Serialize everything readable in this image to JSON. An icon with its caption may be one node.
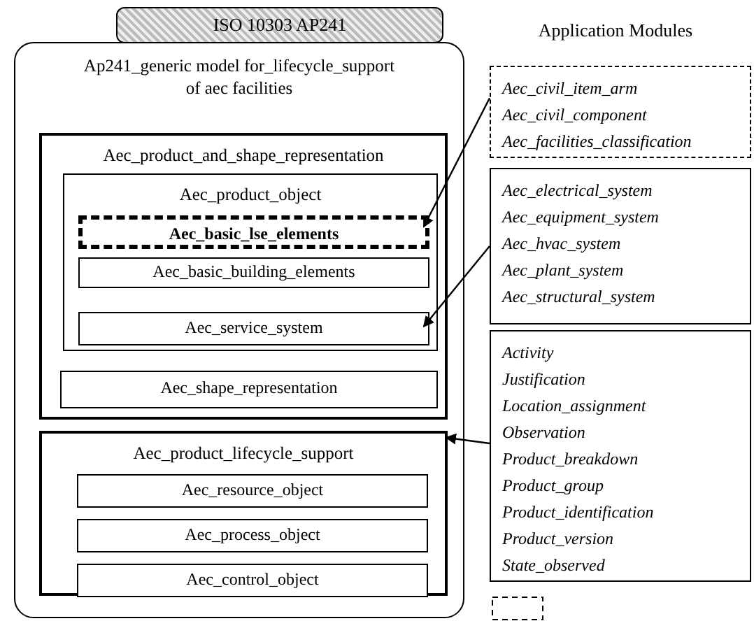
{
  "diagram": {
    "nodes": [
      {
        "text": [
          "ISO 10303 AP241",
          "Ap241_generic model for_lifecycle_support of aec facilities"
        ]
      },
      {
        "text": [
          "Aec_product_and_shape_representation"
        ],
        "in": 0
      },
      {
        "text": [
          "Aec_product_object"
        ],
        "in": 1
      },
      {
        "text": [
          "Aec_basic_lse_elements"
        ],
        "in": 2
      },
      {
        "text": [
          "Aec_basic_building_elements"
        ],
        "in": 2
      },
      {
        "text": [
          "Aec_service_system"
        ],
        "in": 2
      },
      {
        "text": [
          "Aec_shape_representation"
        ],
        "in": 1
      },
      {
        "text": [
          "Aec_product_lifecycle_support"
        ],
        "in": 0
      },
      {
        "text": [
          "Aec_resource_object"
        ],
        "in": 7
      },
      {
        "text": [
          "Aec_process_object"
        ],
        "in": 7
      },
      {
        "text": [
          "Aec_control_object"
        ],
        "in": 7
      },
      {
        "text": [
          "Aec_civil_item_arm",
          "Aec_civil_component",
          "Aec_facilities_classification"
        ]
      },
      {
        "text": [
          "Aec_electrical_system",
          "Aec_equipment_system",
          "Aec_hvac_system",
          "Aec_plant_system",
          "Aec_structural_system"
        ]
      },
      {
        "text": [
          "Activity",
          "Justification",
          "Location_assignment",
          "Observation",
          "Product_breakdown",
          "Product_group",
          "Product_identification",
          "Product_version",
          "State_observed"
        ]
      }
    ],
    "edges": [
      {
        "from": 11,
        "to": 3,
        "arrow": "to"
      },
      {
        "from": 12,
        "to": 5,
        "arrow": "to"
      },
      {
        "from": 13,
        "to": 7,
        "arrow": "to"
      }
    ],
    "labels": [
      "Application Modules"
    ]
  }
}
